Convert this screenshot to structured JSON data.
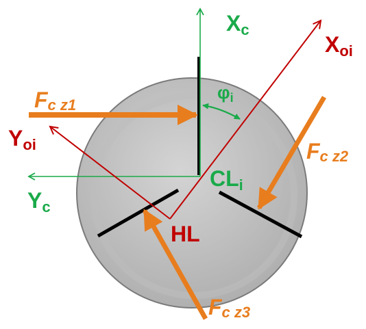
{
  "colors": {
    "green": "#1aaa4a",
    "red": "#c00000",
    "orange": "#e87d1e",
    "black": "#000000",
    "disc_fill": "#c8c8c8",
    "disc_stroke": "#7a7a7a"
  },
  "labels": {
    "xc": {
      "main": "X",
      "sub": "c"
    },
    "yc": {
      "main": "Y",
      "sub": "c"
    },
    "xoi": {
      "main": "X",
      "sub": "oi"
    },
    "yoi": {
      "main": "Y",
      "sub": "oi"
    },
    "phi": {
      "main": "φ",
      "sub": "i"
    },
    "cl": {
      "main": "CL",
      "sub": "i"
    },
    "hl": "HL",
    "fcz1": {
      "main": "F",
      "sub": "c z1"
    },
    "fcz2": {
      "main": "F",
      "sub": "c z2"
    },
    "fcz3": {
      "main": "F",
      "sub": "c z3"
    }
  }
}
